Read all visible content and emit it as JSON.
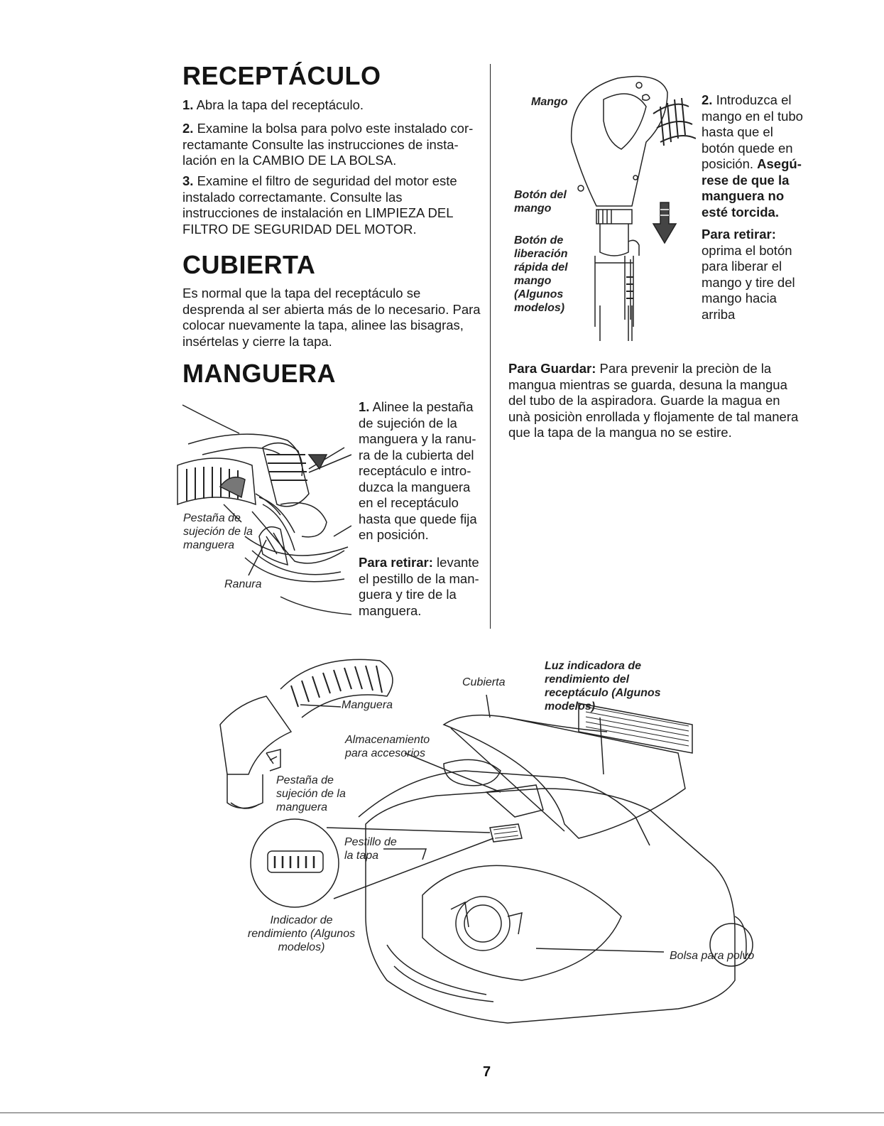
{
  "receptaculo": {
    "title": "RECEPTÁCULO",
    "step1_num": "1.",
    "step1_text": "Abra la tapa del receptáculo.",
    "step2_num": "2.",
    "step2_text": "Examine la bolsa para polvo este instalado cor-rectamante Consulte las instrucciones de insta-lación en la CAMBIO DE LA BOLSA.",
    "step3_num": "3.",
    "step3_text": "Examine el filtro de seguridad del motor este instalado correctamante. Consulte las instrucciones de instalación en LIMPIEZA DEL FILTRO DE SEGURIDAD DEL MOTOR."
  },
  "cubierta": {
    "title": "CUBIERTA",
    "text": "Es normal que la tapa del receptáculo se desprenda al ser abierta más de lo necesario. Para colocar nuevamente la tapa, alinee las bisagras, insértelas y cierre la tapa."
  },
  "manguera": {
    "title": "MANGUERA",
    "step1_num": "1.",
    "step1_text": "Alinee la pestaña de sujeción de la manguera y la ranu-ra de la cubierta del receptáculo e intro-duzca la manguera en el receptáculo hasta que quede fija en posición.",
    "remove_label": "Para retirar:",
    "remove_text": "levante el pestillo de la man-guera y tire de la manguera.",
    "callout_tab": "Pestaña de sujeción de la manguera",
    "callout_slot": "Ranura"
  },
  "mango": {
    "step2_num": "2.",
    "step2_text": "Introduzca el mango en el tubo hasta que el botón quede en posición.",
    "step2_bold": "Asegú-rese de que la manguera no esté torcida.",
    "remove_label": "Para retirar:",
    "remove_text": "oprima el botón para liberar el mango y tire del mango hacia arriba",
    "callout_handle": "Mango",
    "callout_button": "Botón del mango",
    "callout_quick": "Botón de liberación rápida del mango (Algunos modelos)"
  },
  "guardar": {
    "label": "Para Guardar:",
    "text": "Para prevenir la preciòn de la mangua mientras se guarda, desuna la mangua del tubo de la aspiradora. Guarde la magua en unà posiciòn enrollada y flojamente de tal manera que la tapa de la mangua no se estire."
  },
  "diagram": {
    "cubierta": "Cubierta",
    "luz": "Luz indicadora de rendimiento del receptáculo (Algunos modelos)",
    "manguera": "Manguera",
    "almacenamiento": "Almacenamiento para accesorios",
    "pestana": "Pestaña de sujeción de la manguera",
    "pestillo": "Pestillo de la tapa",
    "indicador": "Indicador de rendimiento (Algunos modelos)",
    "bolsa": "Bolsa para polvo"
  },
  "page_number": "7"
}
